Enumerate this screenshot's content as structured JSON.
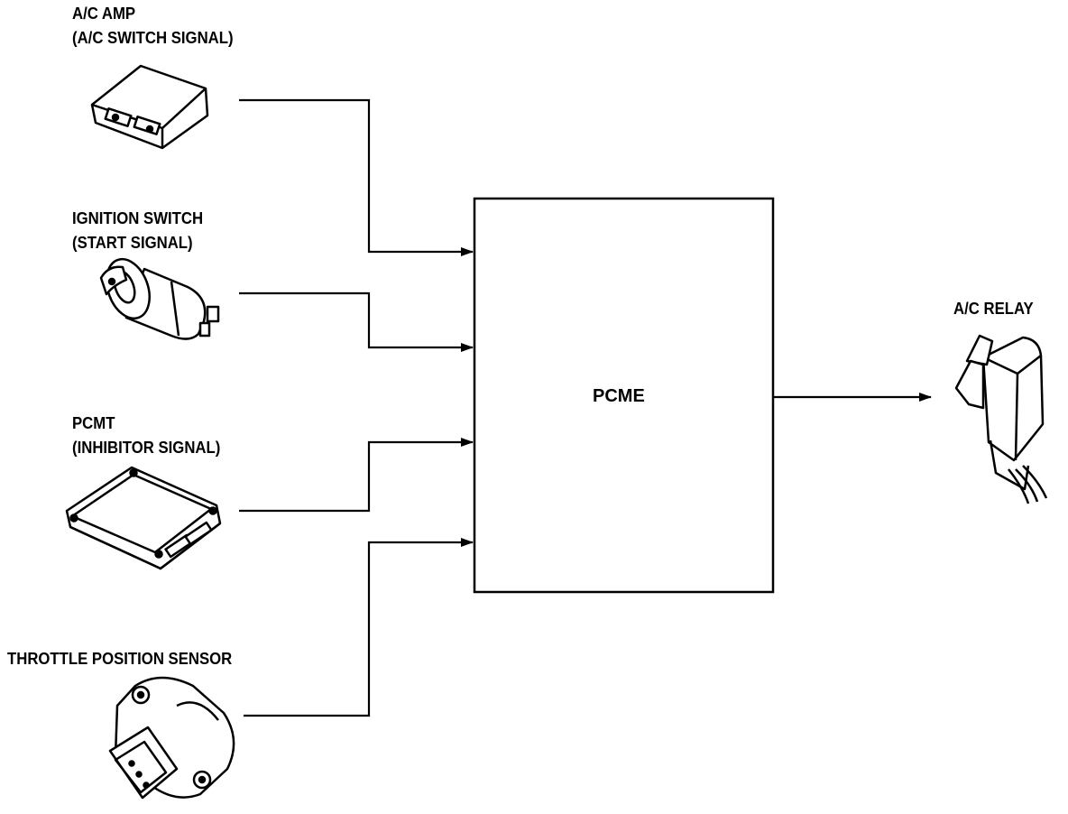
{
  "inputs": {
    "ac_amp": {
      "line1": "A/C AMP",
      "line2": "(A/C SWITCH SIGNAL)"
    },
    "ignition_switch": {
      "line1": "IGNITION SWITCH",
      "line2": "(START SIGNAL)"
    },
    "pcmt": {
      "line1": "PCMT",
      "line2": "(INHIBITOR SIGNAL)"
    },
    "tps": {
      "line1": "THROTTLE POSITION SENSOR"
    }
  },
  "controller": {
    "label": "PCME"
  },
  "output": {
    "label": "A/C RELAY"
  },
  "colors": {
    "ink": "#000000",
    "paper": "#ffffff"
  }
}
